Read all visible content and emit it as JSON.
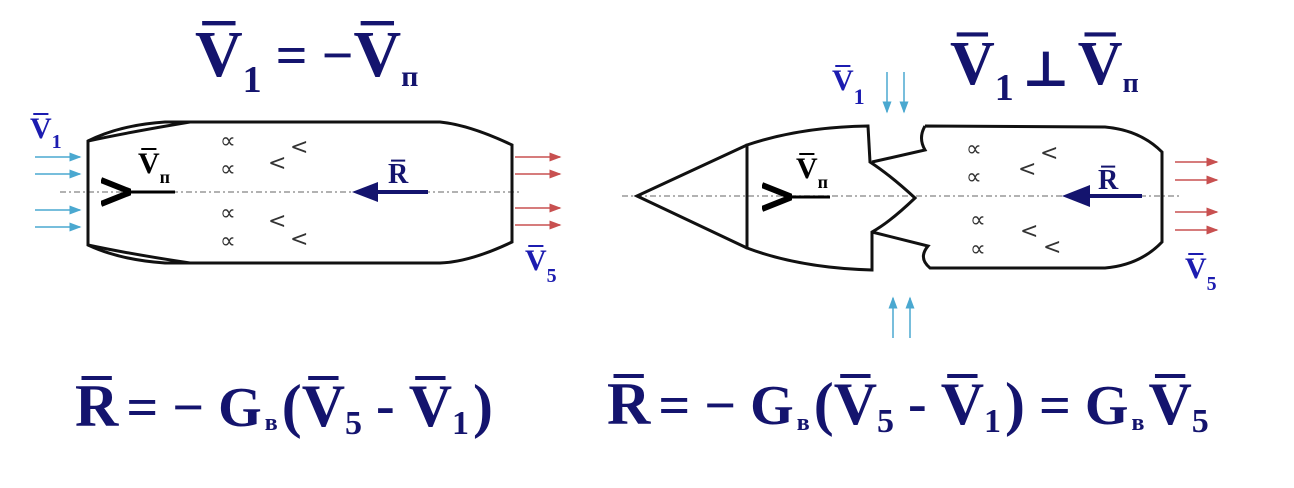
{
  "left": {
    "title": {
      "v": "V",
      "sub1": "1",
      "eq": "= −",
      "v2": "V",
      "sub2": "п"
    },
    "v1_label": {
      "v": "V",
      "sub": "1"
    },
    "vp_label": {
      "v": "V",
      "sub": "п"
    },
    "r_label": "R",
    "v5_label": {
      "v": "V",
      "sub": "5"
    },
    "formula": {
      "r": "R",
      "eq": "= − G",
      "gsub": "в",
      "open": "(",
      "v5": "V",
      "s5": "5",
      "minus": "-",
      "v1": "V",
      "s1": "1",
      "close": ")"
    }
  },
  "right": {
    "title": {
      "v": "V",
      "sub1": "1",
      "perp": "⊥",
      "v2": "V",
      "sub2": "п"
    },
    "v1_label": {
      "v": "V",
      "sub": "1"
    },
    "vp_label": {
      "v": "V",
      "sub": "п"
    },
    "r_label": "R",
    "v5_label": {
      "v": "V",
      "sub": "5"
    },
    "formula": {
      "r": "R",
      "eq": "= − G",
      "gsub": "в",
      "open": "(",
      "v5": "V",
      "s5": "5",
      "minus": "-",
      "v1": "V",
      "s1": "1",
      "close": ")",
      "eq2": "= G",
      "gsub2": "в",
      "v5b": "V",
      "s5b": "5"
    }
  },
  "symbols": {
    "compressor": "∝",
    "turbine": "<"
  },
  "colors": {
    "navy": "#14146e",
    "blue": "#1c1cb0",
    "inflow": "#4aa8d0",
    "outflow": "#c85050"
  }
}
